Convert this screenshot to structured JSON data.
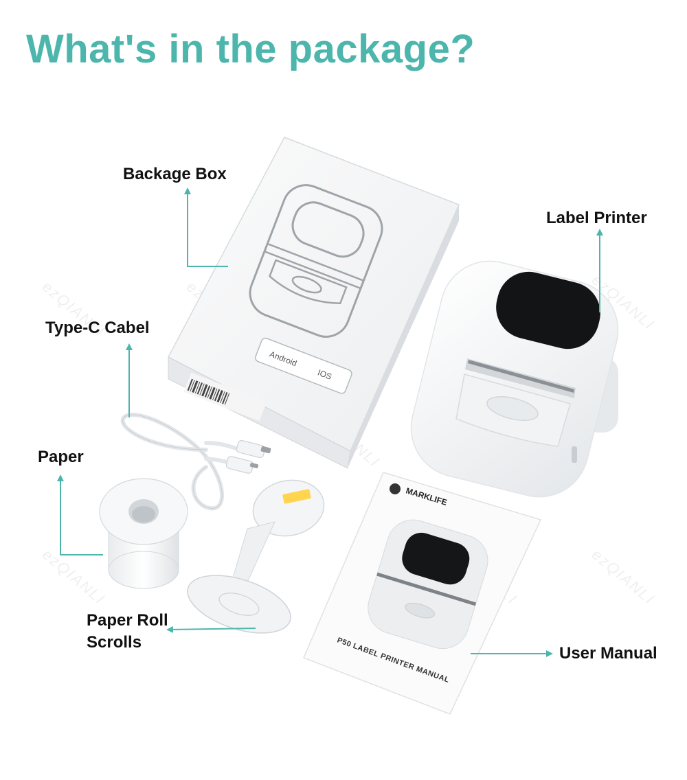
{
  "title": "What's in the package?",
  "items": [
    {
      "label": "Backage Box"
    },
    {
      "label": "Label Printer"
    },
    {
      "label": "Type-C Cabel"
    },
    {
      "label": "Paper"
    },
    {
      "label": "Paper Roll\nScrolls"
    },
    {
      "label": "User Manual"
    }
  ],
  "box": {
    "os_1": "Android",
    "os_2": "IOS"
  },
  "manual": {
    "brand": "MARKLIFE",
    "title": "P50 LABEL PRINTER MANUAL"
  },
  "watermark": "ezQIANLI",
  "colors": {
    "accent": "#4db6ac",
    "text": "#111111"
  }
}
